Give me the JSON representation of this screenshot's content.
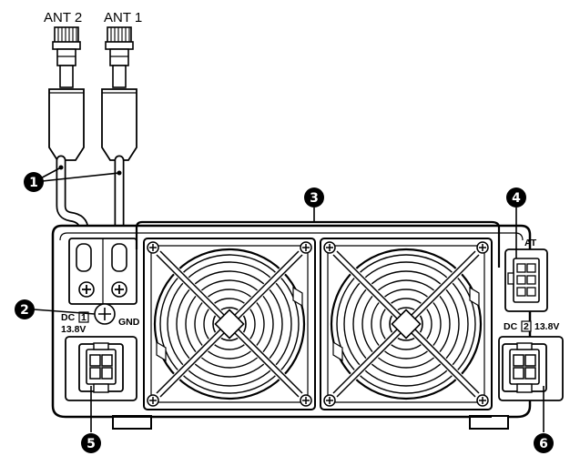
{
  "labels": {
    "ant2": "ANT 2",
    "ant1": "ANT 1",
    "dc1_prefix": "DC",
    "dc1_num": "1",
    "dc1_volt": "13.8V",
    "gnd": "GND",
    "at": "AT",
    "dc2_prefix": "DC",
    "dc2_num": "2",
    "dc2_volt": "13.8V"
  },
  "callouts": [
    {
      "id": "1",
      "text": "1"
    },
    {
      "id": "2",
      "text": "2"
    },
    {
      "id": "3",
      "text": "3"
    },
    {
      "id": "4",
      "text": "4"
    },
    {
      "id": "5",
      "text": "5"
    },
    {
      "id": "6",
      "text": "6"
    }
  ]
}
